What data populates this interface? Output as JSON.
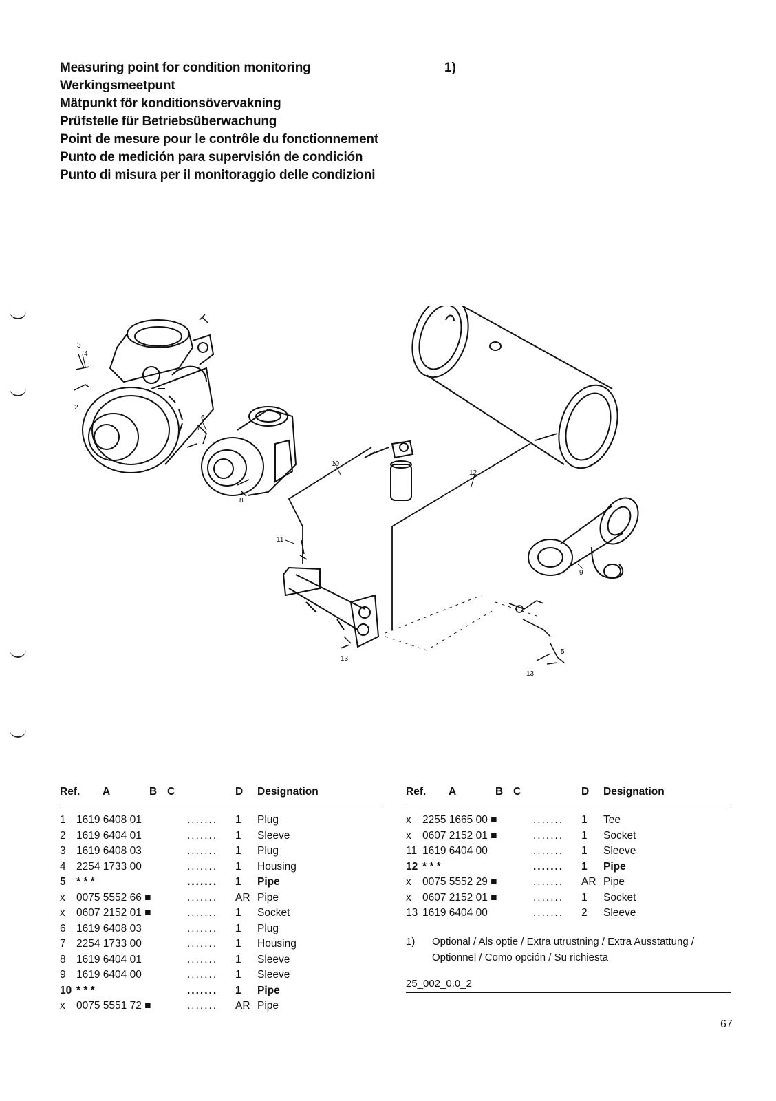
{
  "titles": [
    "Measuring point for condition monitoring",
    "Werkingsmeetpunt",
    "Mätpunkt för konditionsövervakning",
    "Prüfstelle für Betriebsüberwachung",
    "Point de mesure pour le contrôle du fonctionnement",
    "Punto de medición para supervisión de condición",
    "Punto di misura per il monitoraggio delle condizioni"
  ],
  "note_marker": "1)",
  "callouts": [
    "3",
    "4",
    "2",
    "6",
    "7",
    "8",
    "10",
    "11",
    "12",
    "13",
    "9",
    "5",
    "13"
  ],
  "table_header": {
    "ref": "Ref.",
    "a": "A",
    "b": "B",
    "c": "C",
    "d": "D",
    "designation": "Designation"
  },
  "dots": ".......",
  "left_rows": [
    {
      "ref": "1",
      "part": "1619 6408 01",
      "qty": "1",
      "designation": "Plug",
      "bold": false
    },
    {
      "ref": "2",
      "part": "1619 6404 01",
      "qty": "1",
      "designation": "Sleeve",
      "bold": false
    },
    {
      "ref": "3",
      "part": "1619 6408 03",
      "qty": "1",
      "designation": "Plug",
      "bold": false
    },
    {
      "ref": "4",
      "part": "2254 1733 00",
      "qty": "1",
      "designation": "Housing",
      "bold": false
    },
    {
      "ref": "5",
      "part": "* * *",
      "qty": "1",
      "designation": "Pipe",
      "bold": true
    },
    {
      "ref": "x",
      "part": "0075 5552 66 ■",
      "qty": "AR",
      "designation": "Pipe",
      "bold": false
    },
    {
      "ref": "x",
      "part": "0607 2152 01 ■",
      "qty": "1",
      "designation": "Socket",
      "bold": false
    },
    {
      "ref": "6",
      "part": "1619 6408 03",
      "qty": "1",
      "designation": "Plug",
      "bold": false
    },
    {
      "ref": "7",
      "part": "2254 1733 00",
      "qty": "1",
      "designation": "Housing",
      "bold": false
    },
    {
      "ref": "8",
      "part": "1619 6404 01",
      "qty": "1",
      "designation": "Sleeve",
      "bold": false
    },
    {
      "ref": "9",
      "part": "1619 6404 00",
      "qty": "1",
      "designation": "Sleeve",
      "bold": false
    },
    {
      "ref": "10",
      "part": "* * *",
      "qty": "1",
      "designation": "Pipe",
      "bold": true
    },
    {
      "ref": "x",
      "part": "0075 5551 72 ■",
      "qty": "AR",
      "designation": "Pipe",
      "bold": false
    }
  ],
  "right_rows": [
    {
      "ref": "x",
      "part": "2255 1665 00 ■",
      "qty": "1",
      "designation": "Tee",
      "bold": false
    },
    {
      "ref": "x",
      "part": "0607 2152 01 ■",
      "qty": "1",
      "designation": "Socket",
      "bold": false
    },
    {
      "ref": "11",
      "part": "1619 6404 00",
      "qty": "1",
      "designation": "Sleeve",
      "bold": false
    },
    {
      "ref": "12",
      "part": "* * *",
      "qty": "1",
      "designation": "Pipe",
      "bold": true
    },
    {
      "ref": "x",
      "part": "0075 5552 29 ■",
      "qty": "AR",
      "designation": "Pipe",
      "bold": false
    },
    {
      "ref": "x",
      "part": "0607 2152 01 ■",
      "qty": "1",
      "designation": "Socket",
      "bold": false
    },
    {
      "ref": "13",
      "part": "1619 6404 00",
      "qty": "2",
      "designation": "Sleeve",
      "bold": false
    }
  ],
  "footnote": {
    "marker": "1)",
    "line1": "Optional / Als optie / Extra utrustning / Extra Ausstattung /",
    "line2": "Optionnel / Como opción / Su richiesta"
  },
  "doc_code": "25_002_0.0_2",
  "page_number": "67"
}
